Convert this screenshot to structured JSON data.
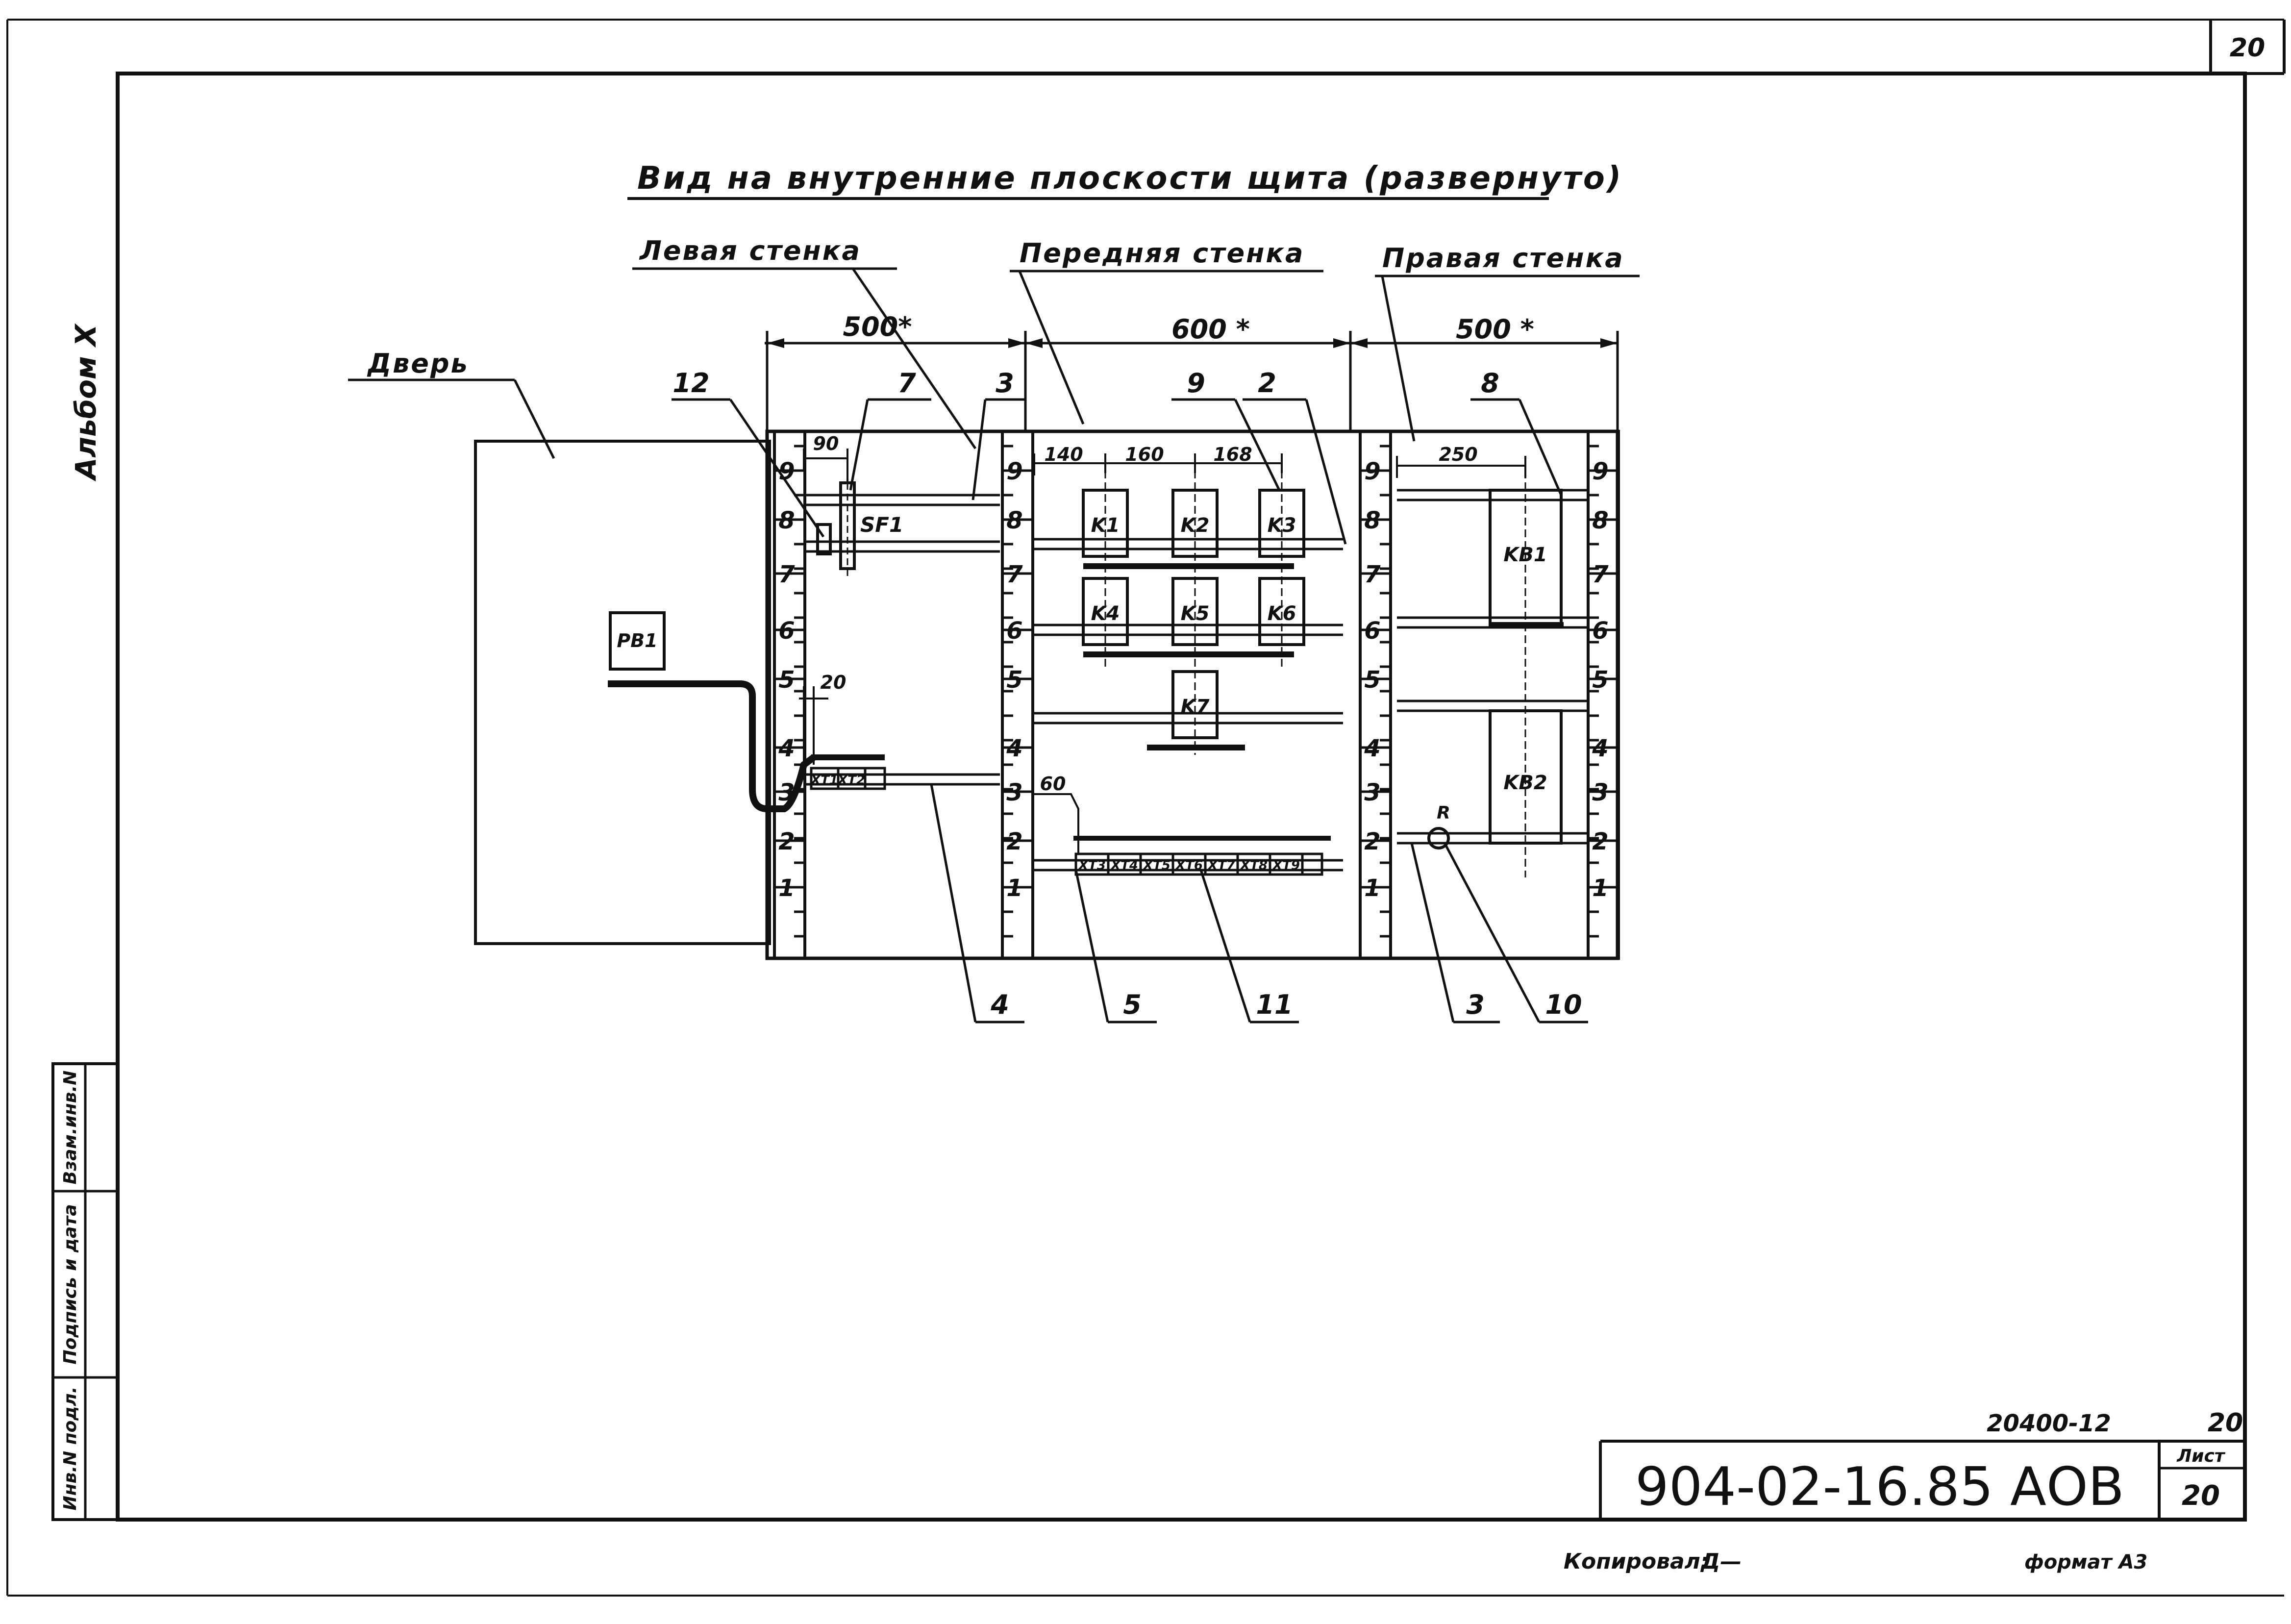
{
  "sheet": {
    "corner_sheet_number": "20",
    "album_label": "Альбом X",
    "title": "Вид на внутренние плоскости щита (развернуто)",
    "copied_by": "Копировал:",
    "copied_by_signature": "Д—",
    "format": "формат А3"
  },
  "side_stamp": {
    "inv_no_orig": "Инв.N подл.",
    "signature_date": "Подпись и дата",
    "replacement_inv": "Взам.инв.N"
  },
  "title_block": {
    "order_no": "20400-12",
    "sheet_no_top": "20",
    "designation": "904-02-16.85 АОВ",
    "sheet_label": "Лист",
    "sheet_value": "20"
  },
  "diagram": {
    "walls": {
      "door": "Дверь",
      "left": "Левая стенка",
      "front": "Передняя стенка",
      "right": "Правая стенка"
    },
    "overall_dims": {
      "left": "500*",
      "front": "600 *",
      "right": "500 *"
    },
    "inner_dims": {
      "d90": "90",
      "d20": "20",
      "d140": "140",
      "d160": "160",
      "d168": "168",
      "d250": "250",
      "d60": "60"
    },
    "ruler_numbers": [
      "1",
      "2",
      "3",
      "4",
      "5",
      "6",
      "7",
      "8",
      "9"
    ],
    "devices": {
      "pb1": "PB1",
      "sf1": "SF1",
      "k1": "K1",
      "k2": "K2",
      "k3": "K3",
      "k4": "K4",
      "k5": "K5",
      "k6": "K6",
      "k7": "K7",
      "kb1": "KB1",
      "kb2": "KB2",
      "r": "R"
    },
    "terminals_left": [
      "XT1",
      "XT2"
    ],
    "terminals_front": [
      "XT3",
      "XT4",
      "XT5",
      "XT6",
      "XT7",
      "XT8",
      "XT9"
    ],
    "callouts": {
      "c12": "12",
      "c7": "7",
      "c3_top": "3",
      "c9": "9",
      "c2": "2",
      "c8": "8",
      "c4": "4",
      "c5": "5",
      "c11": "11",
      "c3_bottom": "3",
      "c10": "10"
    }
  }
}
